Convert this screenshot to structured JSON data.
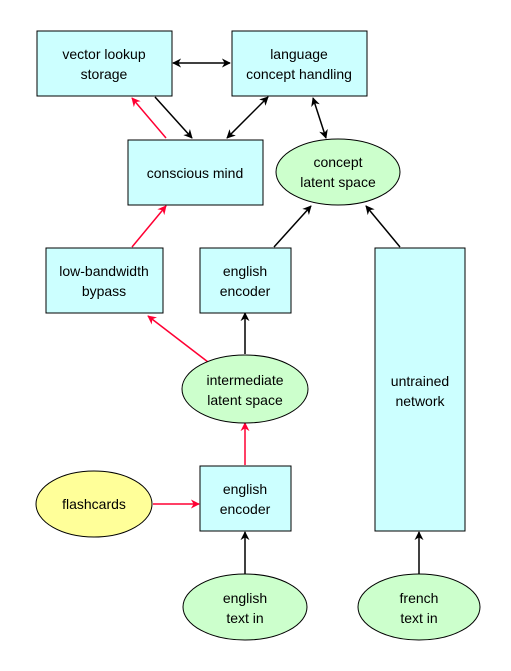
{
  "colors": {
    "box_fill": "#ccffff",
    "ellipse_green": "#ccffcc",
    "ellipse_yellow": "#ffff99",
    "arrow_black": "#000000",
    "arrow_red": "#ff0033"
  },
  "nodes": {
    "vector_lookup": {
      "line1": "vector lookup",
      "line2": "storage"
    },
    "language_concept": {
      "line1": "language",
      "line2": "concept handling"
    },
    "conscious_mind": {
      "line1": "conscious mind"
    },
    "concept_latent": {
      "line1": "concept",
      "line2": "latent space"
    },
    "low_bandwidth": {
      "line1": "low-bandwidth",
      "line2": "bypass"
    },
    "english_encoder_top": {
      "line1": "english",
      "line2": "encoder"
    },
    "untrained_network": {
      "line1": "untrained",
      "line2": "network"
    },
    "intermediate_latent": {
      "line1": "intermediate",
      "line2": "latent space"
    },
    "flashcards": {
      "line1": "flashcards"
    },
    "english_encoder_bottom": {
      "line1": "english",
      "line2": "encoder"
    },
    "english_text": {
      "line1": "english",
      "line2": "text in"
    },
    "french_text": {
      "line1": "french",
      "line2": "text in"
    }
  }
}
